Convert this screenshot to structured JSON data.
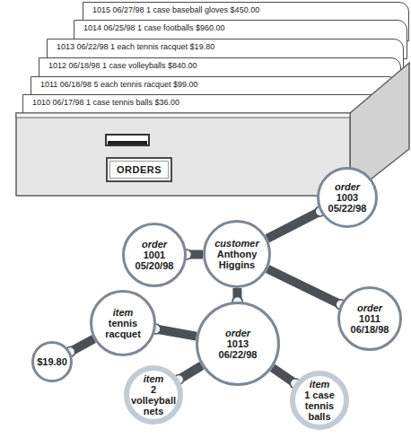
{
  "diagram": {
    "nodes": [
      {
        "text": [
          "1015 06/27/98 1 case baseball gloves $450.00"
        ]
      },
      {
        "text": [
          "1014 06/25/98 1 case footballs $960.00"
        ]
      },
      {
        "text": [
          "1013 06/22/98 1 each tennis racquet $19.80"
        ]
      },
      {
        "text": [
          "1012 06/18/98 1 case volleyballs $840.00"
        ]
      },
      {
        "text": [
          "1011 06/18/98 5 each tennis racquet $99.00"
        ]
      },
      {
        "text": [
          "1010 06/17/98 1 case tennis balls $36.00"
        ]
      },
      {
        "text": [
          "ORDERS"
        ]
      },
      {
        "text": [
          "order",
          "1003 05/22/98"
        ]
      },
      {
        "text": [
          "order",
          "1001 05/20/98"
        ]
      },
      {
        "text": [
          "customer",
          "Anthony Higgins"
        ]
      },
      {
        "text": [
          "order",
          "1011 06/18/98"
        ]
      },
      {
        "text": [
          "item",
          "tennis racquet"
        ]
      },
      {
        "text": [
          "order",
          "1013 06/22/98"
        ]
      },
      {
        "text": [
          "$19.80"
        ]
      },
      {
        "text": [
          "item",
          "2 volleyball nets"
        ]
      },
      {
        "text": [
          "item",
          "1 case tennis balls"
        ]
      }
    ],
    "edges": [
      {
        "from": 9,
        "to": 8,
        "arrow": "none"
      },
      {
        "from": 9,
        "to": 7,
        "arrow": "none"
      },
      {
        "from": 9,
        "to": 10,
        "arrow": "none"
      },
      {
        "from": 9,
        "to": 12,
        "arrow": "none"
      },
      {
        "from": 12,
        "to": 11,
        "arrow": "none"
      },
      {
        "from": 11,
        "to": 13,
        "arrow": "none"
      },
      {
        "from": 12,
        "to": 14,
        "arrow": "none"
      },
      {
        "from": 12,
        "to": 15,
        "arrow": "none"
      }
    ]
  }
}
